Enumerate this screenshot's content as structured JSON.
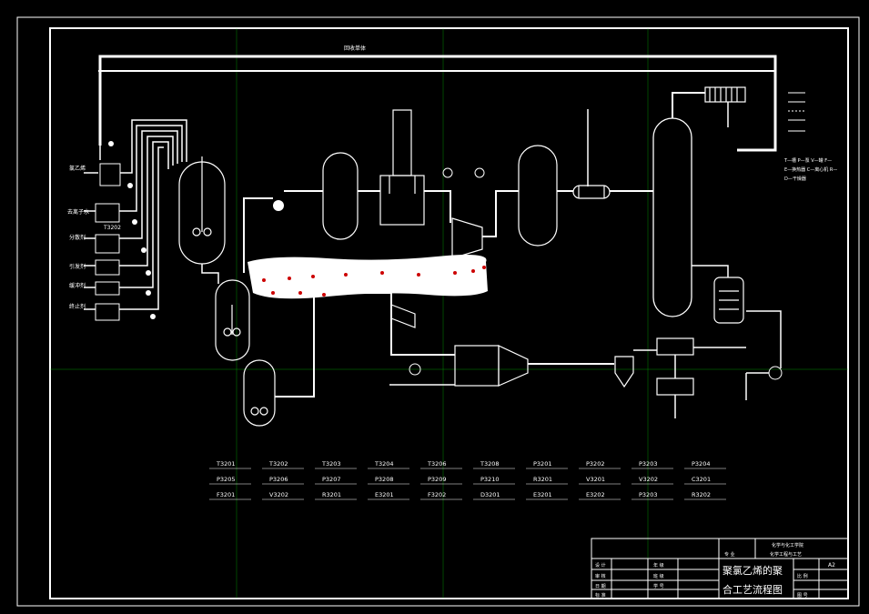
{
  "drawing": {
    "header_note": "回收单体",
    "title_line1": "聚氯乙烯的聚",
    "title_line2": "合工艺流程图",
    "inputs": [
      {
        "label": "氯乙烯"
      },
      {
        "label": "去离子水"
      },
      {
        "label": "分散剂"
      },
      {
        "label": "引发剂"
      },
      {
        "label": "缓冲剂"
      },
      {
        "label": "终止剂"
      }
    ],
    "tags": {
      "t3202": "T3202"
    },
    "legend": [
      "T—槽 P—泵 V—罐 F—",
      "E—换热器 C—离心机 R—",
      "D—干燥器"
    ],
    "equipment_codes": [
      [
        "T3201",
        "T3202",
        "T3203",
        "T3204",
        "T3206",
        "T3208",
        "P3201",
        "P3202",
        "P3203",
        "P3204"
      ],
      [
        "P3205",
        "P3206",
        "P3207",
        "P3208",
        "P3209",
        "P3210",
        "R3201",
        "V3201",
        "V3202",
        "C3201"
      ],
      [
        "F3201",
        "V3202",
        "R3201",
        "E3201",
        "F3202",
        "D3201",
        "E3201",
        "E3202",
        "P3203",
        "R3202"
      ]
    ],
    "title_block": {
      "school": "化学与化工学院",
      "major_label": "专 业",
      "course": "化学工程与工艺",
      "sheet_size": "A2",
      "rows": [
        "设 计",
        "审 核",
        "日 期",
        "标 准"
      ],
      "cols": [
        "年 级",
        "班 级",
        "学 号"
      ],
      "scale_label": "比 例",
      "drawing_no_label": "图 号"
    }
  }
}
